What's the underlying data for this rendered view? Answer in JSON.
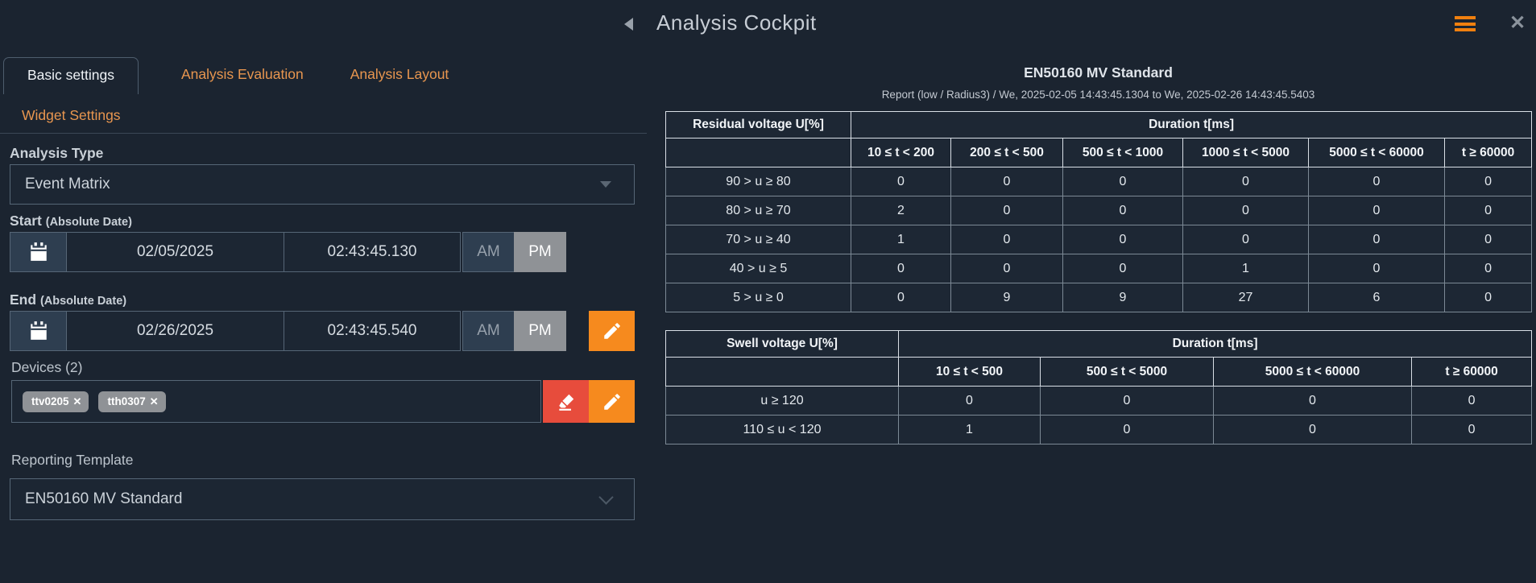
{
  "header": {
    "title": "Analysis Cockpit",
    "icons": {
      "collapse": "left-triangle",
      "menu": "hamburger",
      "close": "x"
    }
  },
  "tabs": [
    {
      "label": "Basic settings",
      "active": true
    },
    {
      "label": "Analysis Evaluation",
      "active": false
    },
    {
      "label": "Analysis Layout",
      "active": false
    }
  ],
  "widget_settings_label": "Widget Settings",
  "form": {
    "analysis_type": {
      "label": "Analysis Type",
      "value": "Event Matrix",
      "icon": "chevron-down"
    },
    "start": {
      "label": "Start",
      "sublabel": "(Absolute Date)",
      "date": "02/05/2025",
      "time": "02:43:45.130",
      "am_label": "AM",
      "pm_label": "PM",
      "selected_meridiem": "PM",
      "icon": "calendar"
    },
    "end": {
      "label": "End",
      "sublabel": "(Absolute Date)",
      "date": "02/26/2025",
      "time": "02:43:45.540",
      "am_label": "AM",
      "pm_label": "PM",
      "selected_meridiem": "PM",
      "icon": "calendar",
      "edit_icon": "pencil"
    },
    "devices": {
      "label": "Devices (2)",
      "tags": [
        "ttv0205",
        "tth0307"
      ],
      "tag_remove_icon": "x",
      "clear_icon": "eraser",
      "edit_icon": "pencil"
    },
    "reporting_template": {
      "label": "Reporting Template",
      "value": "EN50160 MV Standard",
      "icon": "chevron-down"
    }
  },
  "report": {
    "title": "EN50160 MV Standard",
    "subtitle": "Report (low / Radius3) / We, 2025-02-05 14:43:45.1304 to We, 2025-02-26 14:43:45.5403"
  },
  "tables": [
    {
      "corner_label": "Residual voltage U[%]",
      "span_label": "Duration t[ms]",
      "columns": [
        "10 ≤ t < 200",
        "200 ≤ t < 500",
        "500 ≤ t < 1000",
        "1000 ≤ t < 5000",
        "5000 ≤ t < 60000",
        "t ≥ 60000"
      ],
      "rows": [
        {
          "label": "90 > u ≥ 80",
          "values": [
            0,
            0,
            0,
            0,
            0,
            0
          ]
        },
        {
          "label": "80 > u ≥ 70",
          "values": [
            2,
            0,
            0,
            0,
            0,
            0
          ]
        },
        {
          "label": "70 > u ≥ 40",
          "values": [
            1,
            0,
            0,
            0,
            0,
            0
          ]
        },
        {
          "label": "40 > u ≥ 5",
          "values": [
            0,
            0,
            0,
            1,
            0,
            0
          ]
        },
        {
          "label": "5 > u ≥ 0",
          "values": [
            0,
            9,
            9,
            27,
            6,
            0
          ]
        }
      ]
    },
    {
      "corner_label": "Swell voltage U[%]",
      "span_label": "Duration t[ms]",
      "columns": [
        "10 ≤ t < 500",
        "500 ≤ t < 5000",
        "5000 ≤ t < 60000",
        "t ≥ 60000"
      ],
      "rows": [
        {
          "label": "u ≥ 120",
          "values": [
            0,
            0,
            0,
            0
          ]
        },
        {
          "label": "110 ≤ u < 120",
          "values": [
            1,
            0,
            0,
            0
          ]
        }
      ]
    }
  ],
  "colors": {
    "background": "#1b2430",
    "accent_orange": "#f68a1e",
    "tab_orange": "#e8964f",
    "danger_red": "#e74c3c",
    "gray_button": "#8f9296",
    "input_dark": "#1c2633",
    "input_raised": "#2e3e50"
  }
}
